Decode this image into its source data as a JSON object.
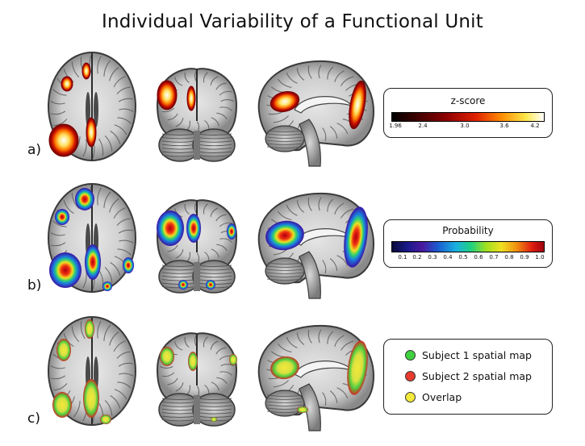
{
  "title": "Individual Variability of a Functional Unit",
  "rows": [
    {
      "label": "a)",
      "legend_title": "z-score",
      "ticks": [
        "1.96",
        "2.4",
        "3.0",
        "3.6",
        "4.2"
      ]
    },
    {
      "label": "b)",
      "legend_title": "Probability",
      "ticks": [
        "0.1",
        "0.2",
        "0.3",
        "0.4",
        "0.5",
        "0.6",
        "0.7",
        "0.8",
        "0.9",
        "1.0"
      ]
    },
    {
      "label": "c)"
    }
  ],
  "overlap_legend": [
    {
      "label": "Subject 1 spatial map",
      "color": "#3fd13f"
    },
    {
      "label": "Subject 2 spatial map",
      "color": "#e63b2e"
    },
    {
      "label": "Overlap",
      "color": "#f2e93a"
    }
  ],
  "colors": {
    "brain_light": "#e4e4e4",
    "brain_mid": "#a8a8a8",
    "brain_dark": "#5a5a5a"
  }
}
